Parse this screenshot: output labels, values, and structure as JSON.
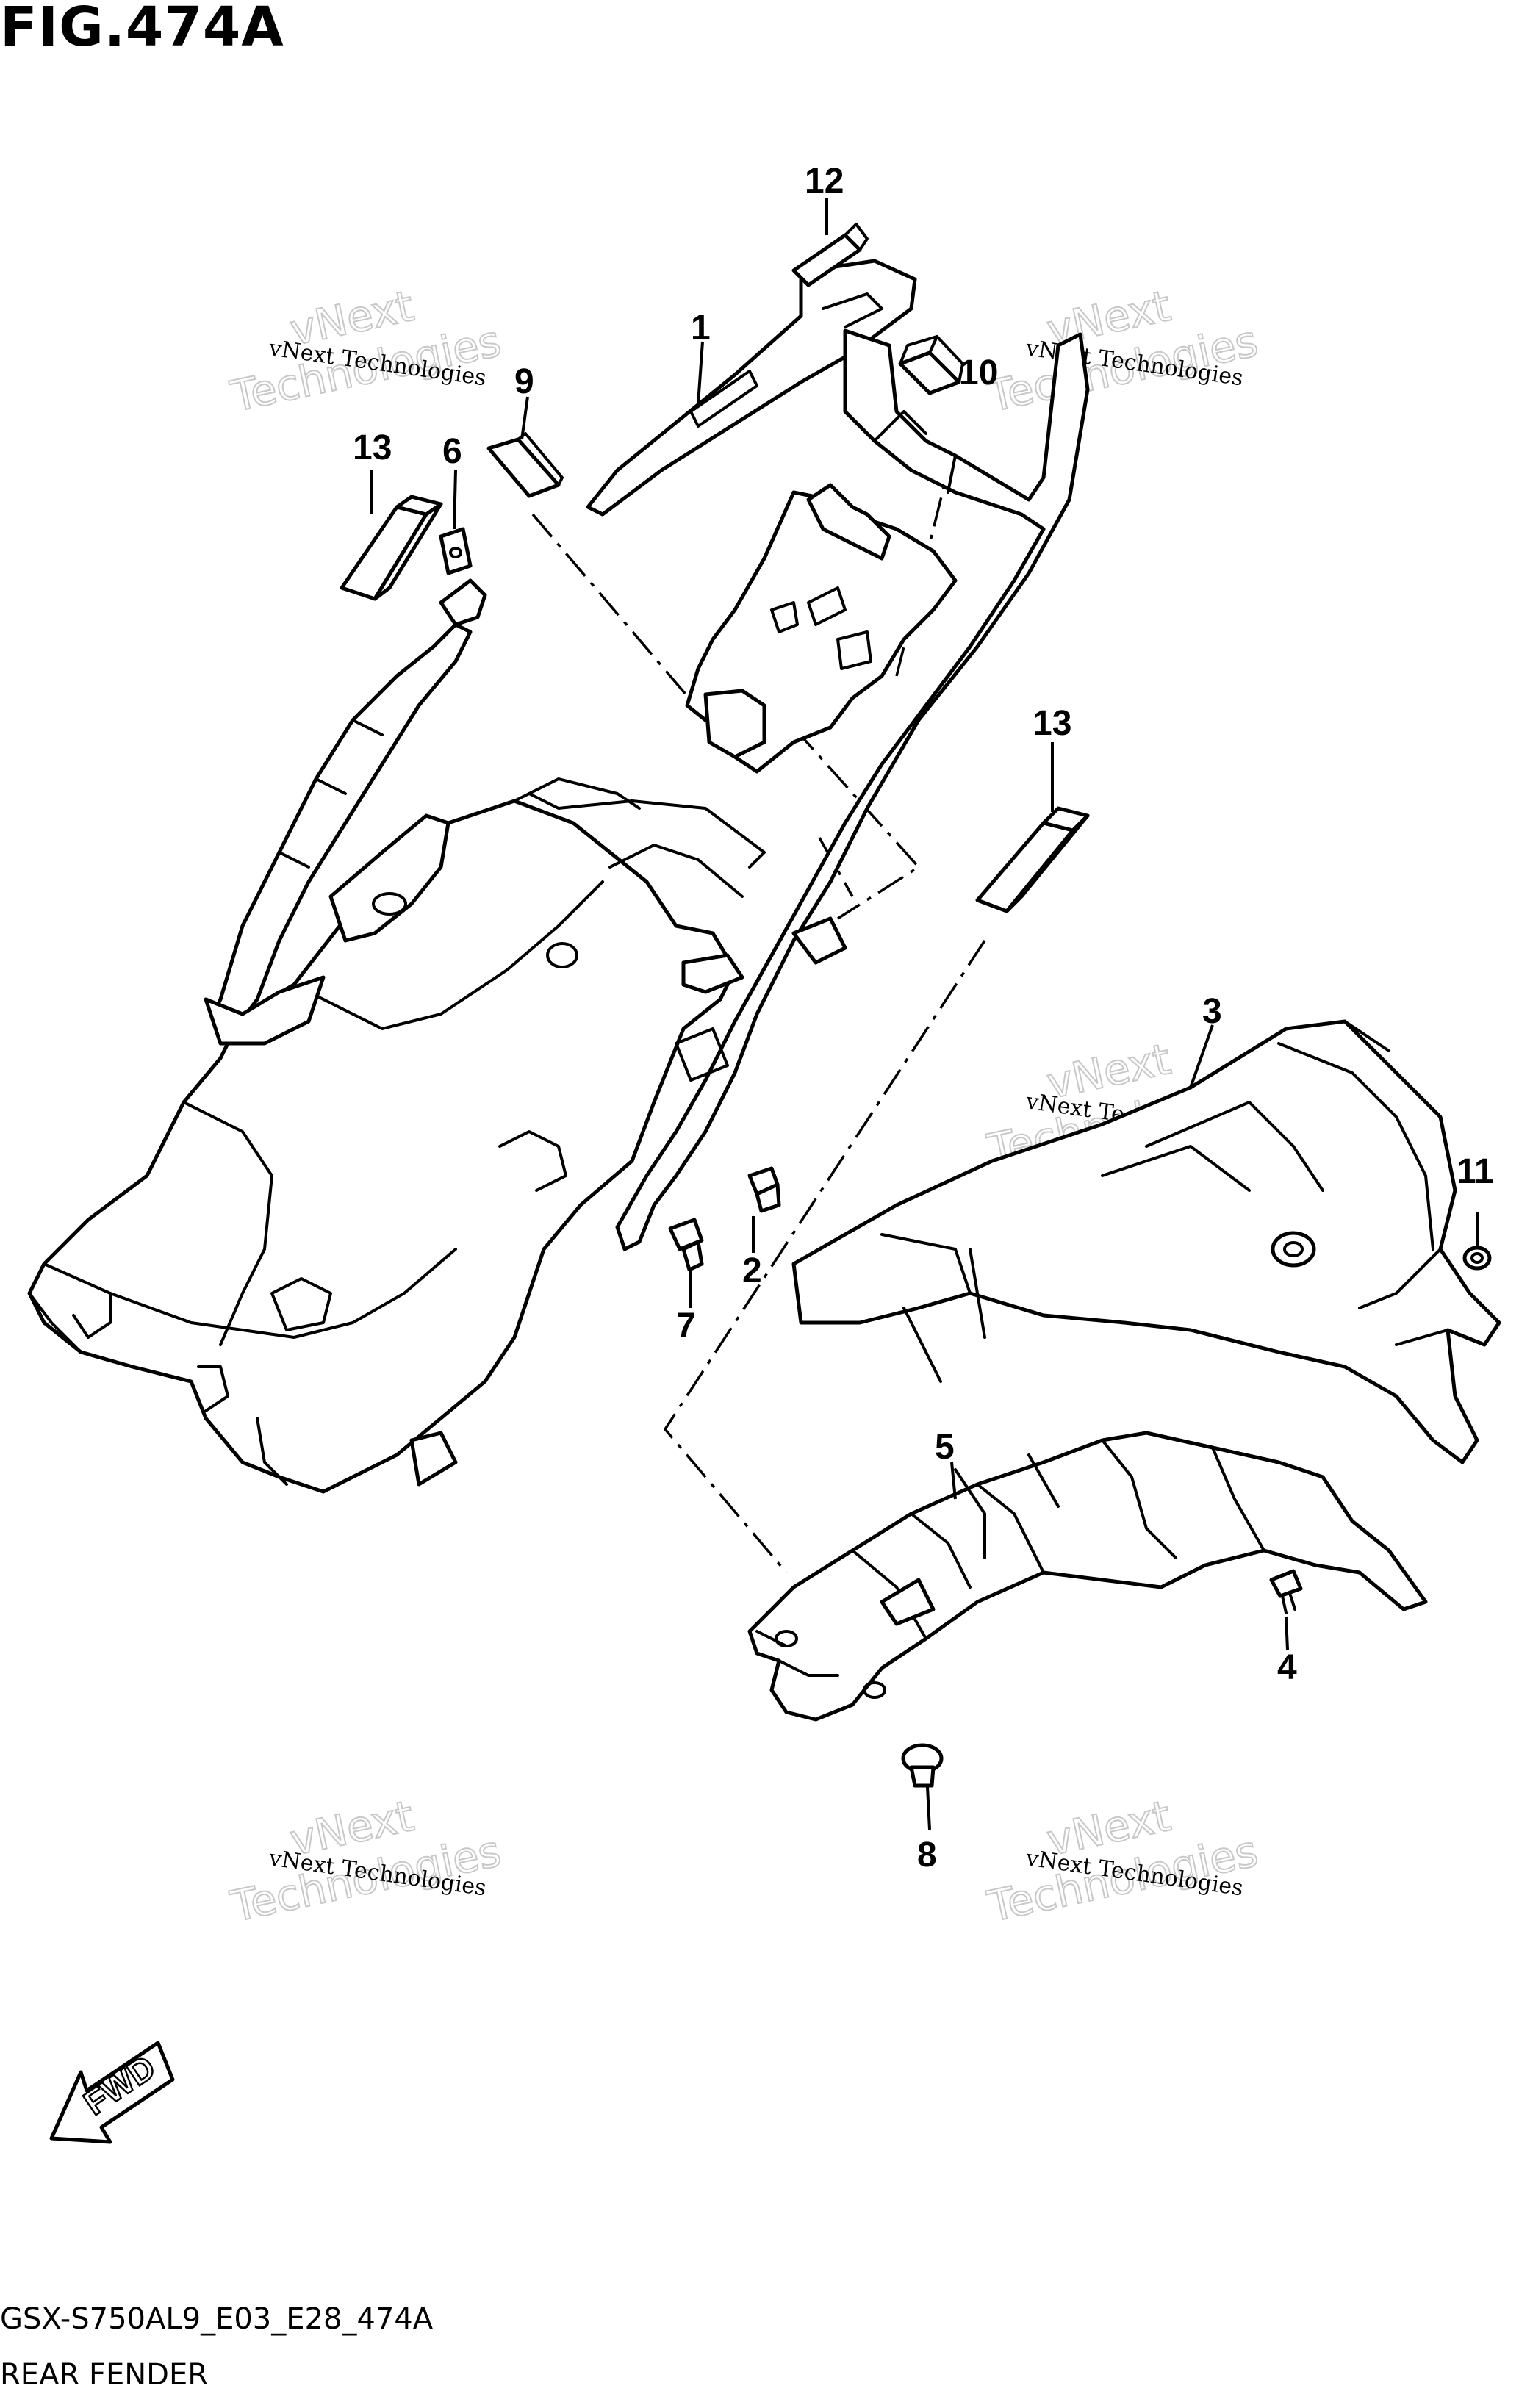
{
  "figure": {
    "title": "FIG.474A",
    "model_code": "GSX-S750AL9_E03_E28_474A",
    "section_name": "REAR FENDER"
  },
  "watermark": {
    "line1": "vNext",
    "line2": "vNext Technologies",
    "line3": "Technologies"
  },
  "direction_label": "FWD",
  "callouts": [
    {
      "number": "1"
    },
    {
      "number": "2"
    },
    {
      "number": "3"
    },
    {
      "number": "4"
    },
    {
      "number": "5"
    },
    {
      "number": "6"
    },
    {
      "number": "7"
    },
    {
      "number": "8"
    },
    {
      "number": "9"
    },
    {
      "number": "10"
    },
    {
      "number": "11"
    },
    {
      "number": "12"
    },
    {
      "number": "13"
    },
    {
      "number": "13"
    }
  ]
}
